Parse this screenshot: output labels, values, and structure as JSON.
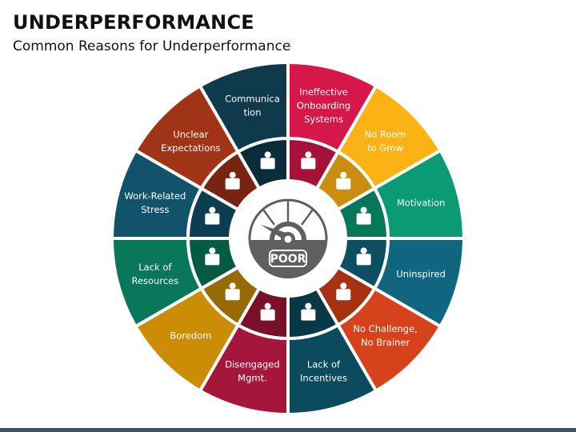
{
  "header": {
    "title": "UNDERPERFORMANCE",
    "subtitle": "Common Reasons for Underperformance"
  },
  "center": {
    "gauge_label": "POOR",
    "gauge_color": "#5f5f5f"
  },
  "segments": [
    {
      "id": "ineffective-onboarding",
      "lines": [
        "Ineffective",
        "Onboarding",
        "Systems"
      ],
      "color": "#d5174a",
      "inner_color": "#a51139",
      "icon": "document-search-icon"
    },
    {
      "id": "no-room-to-grow",
      "lines": [
        "No Room",
        "to Grow"
      ],
      "color": "#fbb214",
      "inner_color": "#c98e0d",
      "icon": "growth-chart-icon"
    },
    {
      "id": "motivation",
      "lines": [
        "Motivation"
      ],
      "color": "#0a9a74",
      "inner_color": "#07775a",
      "icon": "raised-fist-icon"
    },
    {
      "id": "uninspired",
      "lines": [
        "Uninspired"
      ],
      "color": "#11667f",
      "inner_color": "#0c4f63",
      "icon": "person-slumped-desk-icon"
    },
    {
      "id": "no-challenge",
      "lines": [
        "No Challenge,",
        "No Brainer"
      ],
      "color": "#d5421b",
      "inner_color": "#a63212",
      "icon": "person-climbing-gear-icon"
    },
    {
      "id": "lack-of-incentives",
      "lines": [
        "Lack of",
        "Incentives"
      ],
      "color": "#0c4a5e",
      "inner_color": "#083746",
      "icon": "gift-dollar-icon"
    },
    {
      "id": "disengaged-mgmt",
      "lines": [
        "Disengaged",
        "Mgmt."
      ],
      "color": "#a5163a",
      "inner_color": "#7a0f2a",
      "icon": "disengaged-people-icon"
    },
    {
      "id": "boredom",
      "lines": [
        "Boredom"
      ],
      "color": "#ca8d05",
      "inner_color": "#976a04",
      "icon": "bored-person-desk-icon"
    },
    {
      "id": "lack-of-resources",
      "lines": [
        "Lack of",
        "Resources"
      ],
      "color": "#08775a",
      "inner_color": "#055a44",
      "icon": "team-cycle-icon"
    },
    {
      "id": "work-related-stress",
      "lines": [
        "Work-Related",
        "Stress"
      ],
      "color": "#10536b",
      "inner_color": "#0b3e50",
      "icon": "stressed-worker-icon"
    },
    {
      "id": "unclear-expectations",
      "lines": [
        "Unclear",
        "Expectations"
      ],
      "color": "#a13416",
      "inner_color": "#772510",
      "icon": "presenter-chart-icon"
    },
    {
      "id": "communication",
      "lines": [
        "Communica",
        "tion"
      ],
      "color": "#0f3a4c",
      "inner_color": "#0a2b39",
      "icon": "speech-bubbles-icon"
    }
  ],
  "footer": {
    "bar_color": "#3f5266"
  }
}
